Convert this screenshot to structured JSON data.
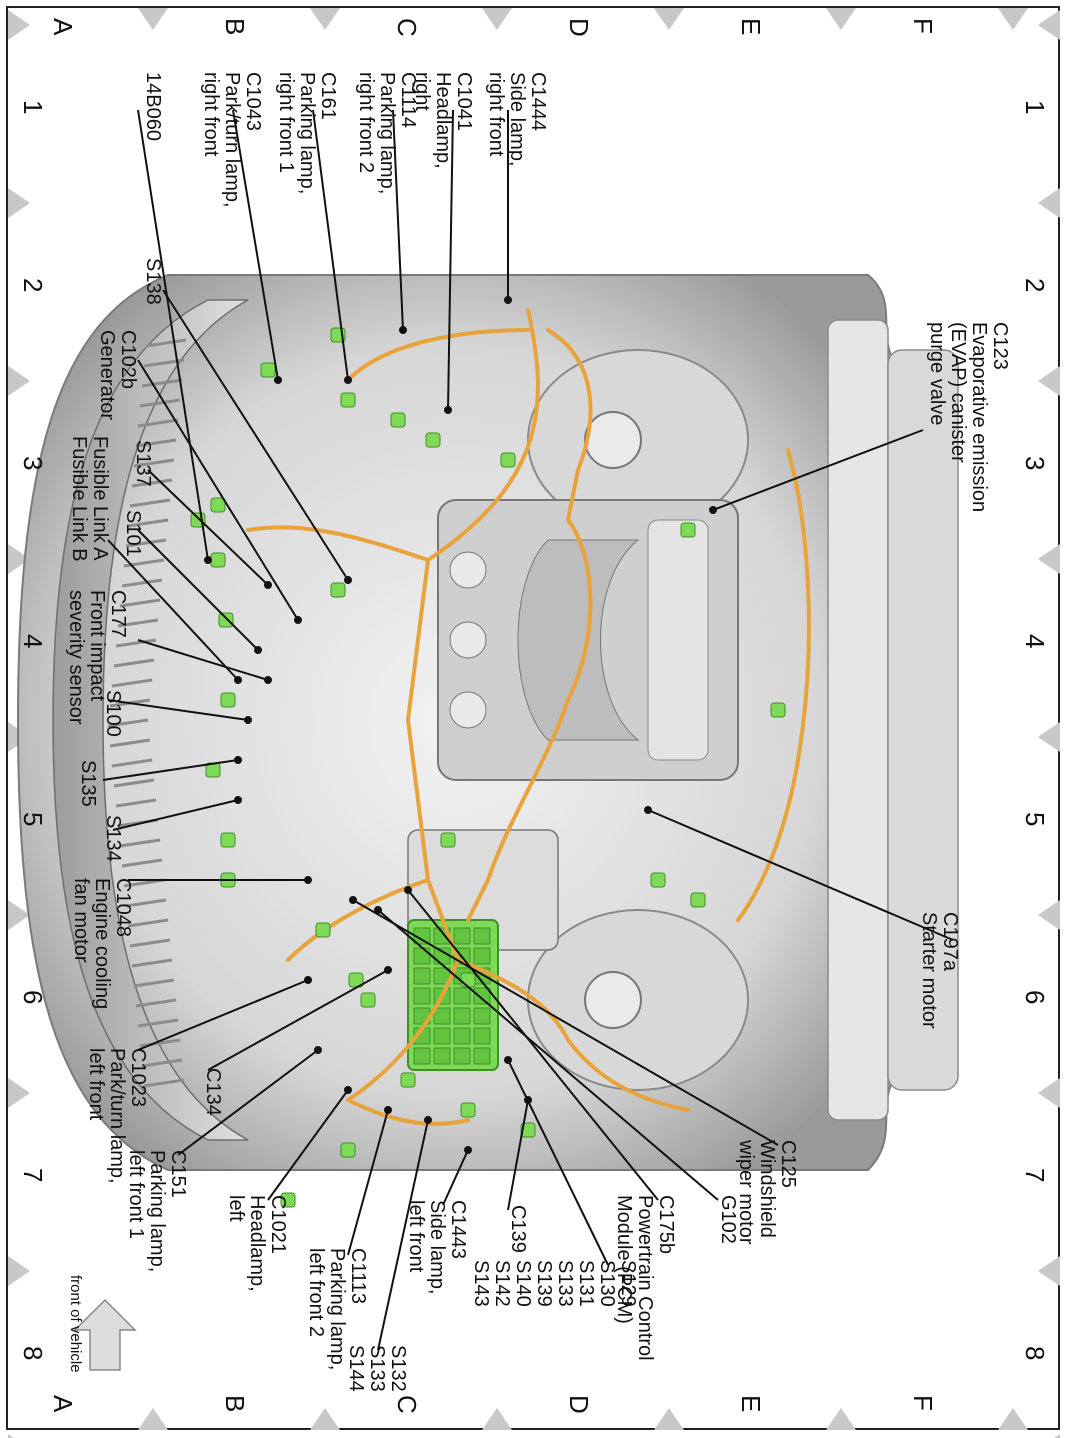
{
  "grid": {
    "columns": [
      "1",
      "2",
      "3",
      "4",
      "5",
      "6",
      "7",
      "8"
    ],
    "rows": [
      "A",
      "B",
      "C",
      "D",
      "E",
      "F"
    ]
  },
  "labels": {
    "c1444": "C1444\nSide lamp,\nright front",
    "c1041": "C1041\nHeadlamp,\nright",
    "c1114": "C1114\nParking lamp,\nright front 2",
    "c161": "C161\nParking lamp,\nright front 1",
    "c1043": "C1043\nPark/turn lamp,\nright front",
    "c14b060": "14B060",
    "c123": "C123\nEvaporative emission\n(EVAP) canister\npurge valve",
    "s138": "S138",
    "c102b": "C102b\nGenerator",
    "s137": "S137",
    "s101": "S101",
    "fusible": "Fusible Link A\nFusible Link B",
    "c177": "C177\nFront impact\nseverity sensor",
    "s100": "S100",
    "s135": "S135",
    "s134": "S134",
    "c1048": "C1048\nEngine cooling\nfan motor",
    "c197a": "C197a\nStarter motor",
    "c1023": "C1023\nPark/turn lamp,\nleft front",
    "c134": "C134",
    "c151": "C151\nParking lamp,\nleft front 1",
    "c1021": "C1021\nHeadlamp,\nleft",
    "c1113": "C1113\nParking lamp,\nleft front 2",
    "s132": "S132\nS133\nS144",
    "c1443": "C1443\nSide lamp,\nleft front",
    "c139": "C139",
    "s129": "S129\nS130\nS131\nS133\nS139\nS140\nS142\nS143",
    "c175b": "C175b\nPowertrain Control\nModule (PCM)",
    "g102": "G102",
    "c125": "C125\nWindshield\nwiper motor",
    "front": "front of vehicle"
  },
  "colors": {
    "harness": "#e8a33a",
    "connector": "#7ed957",
    "body": "#bfbfbf",
    "marker": "#c8c8c8"
  }
}
